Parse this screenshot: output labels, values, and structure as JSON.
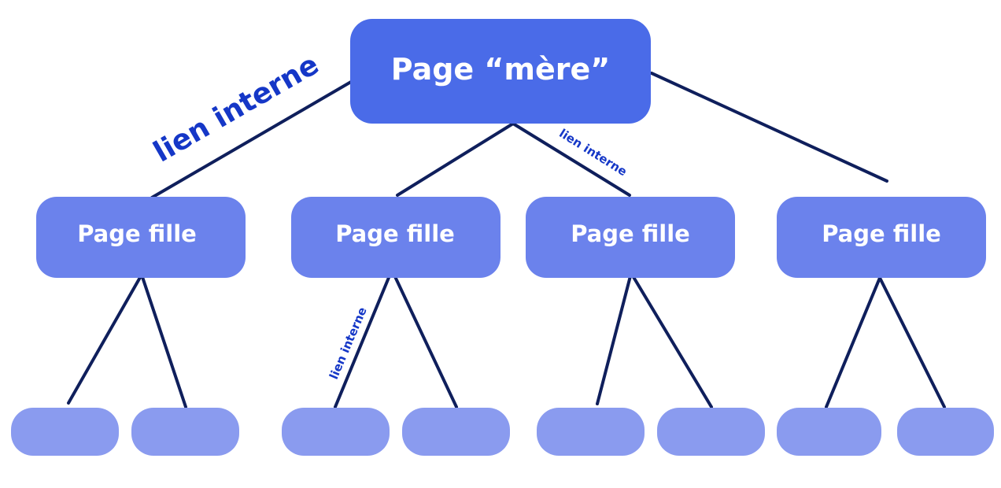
{
  "colors": {
    "root_fill": "#4a6be8",
    "child_fill": "#6b82ec",
    "leaf_fill": "#8a9bef",
    "line": "#0f1f5c",
    "label": "#1537c7",
    "node_text": "#ffffff"
  },
  "root": {
    "label": "Page “mère”"
  },
  "children": [
    {
      "label": "Page fille"
    },
    {
      "label": "Page fille"
    },
    {
      "label": "Page fille"
    },
    {
      "label": "Page fille"
    }
  ],
  "leaves_per_child": 2,
  "link_labels": {
    "root_to_child_1": "lien interne",
    "root_to_child_3": "lien interne",
    "child_2_to_leaf_1": "lien interne"
  }
}
